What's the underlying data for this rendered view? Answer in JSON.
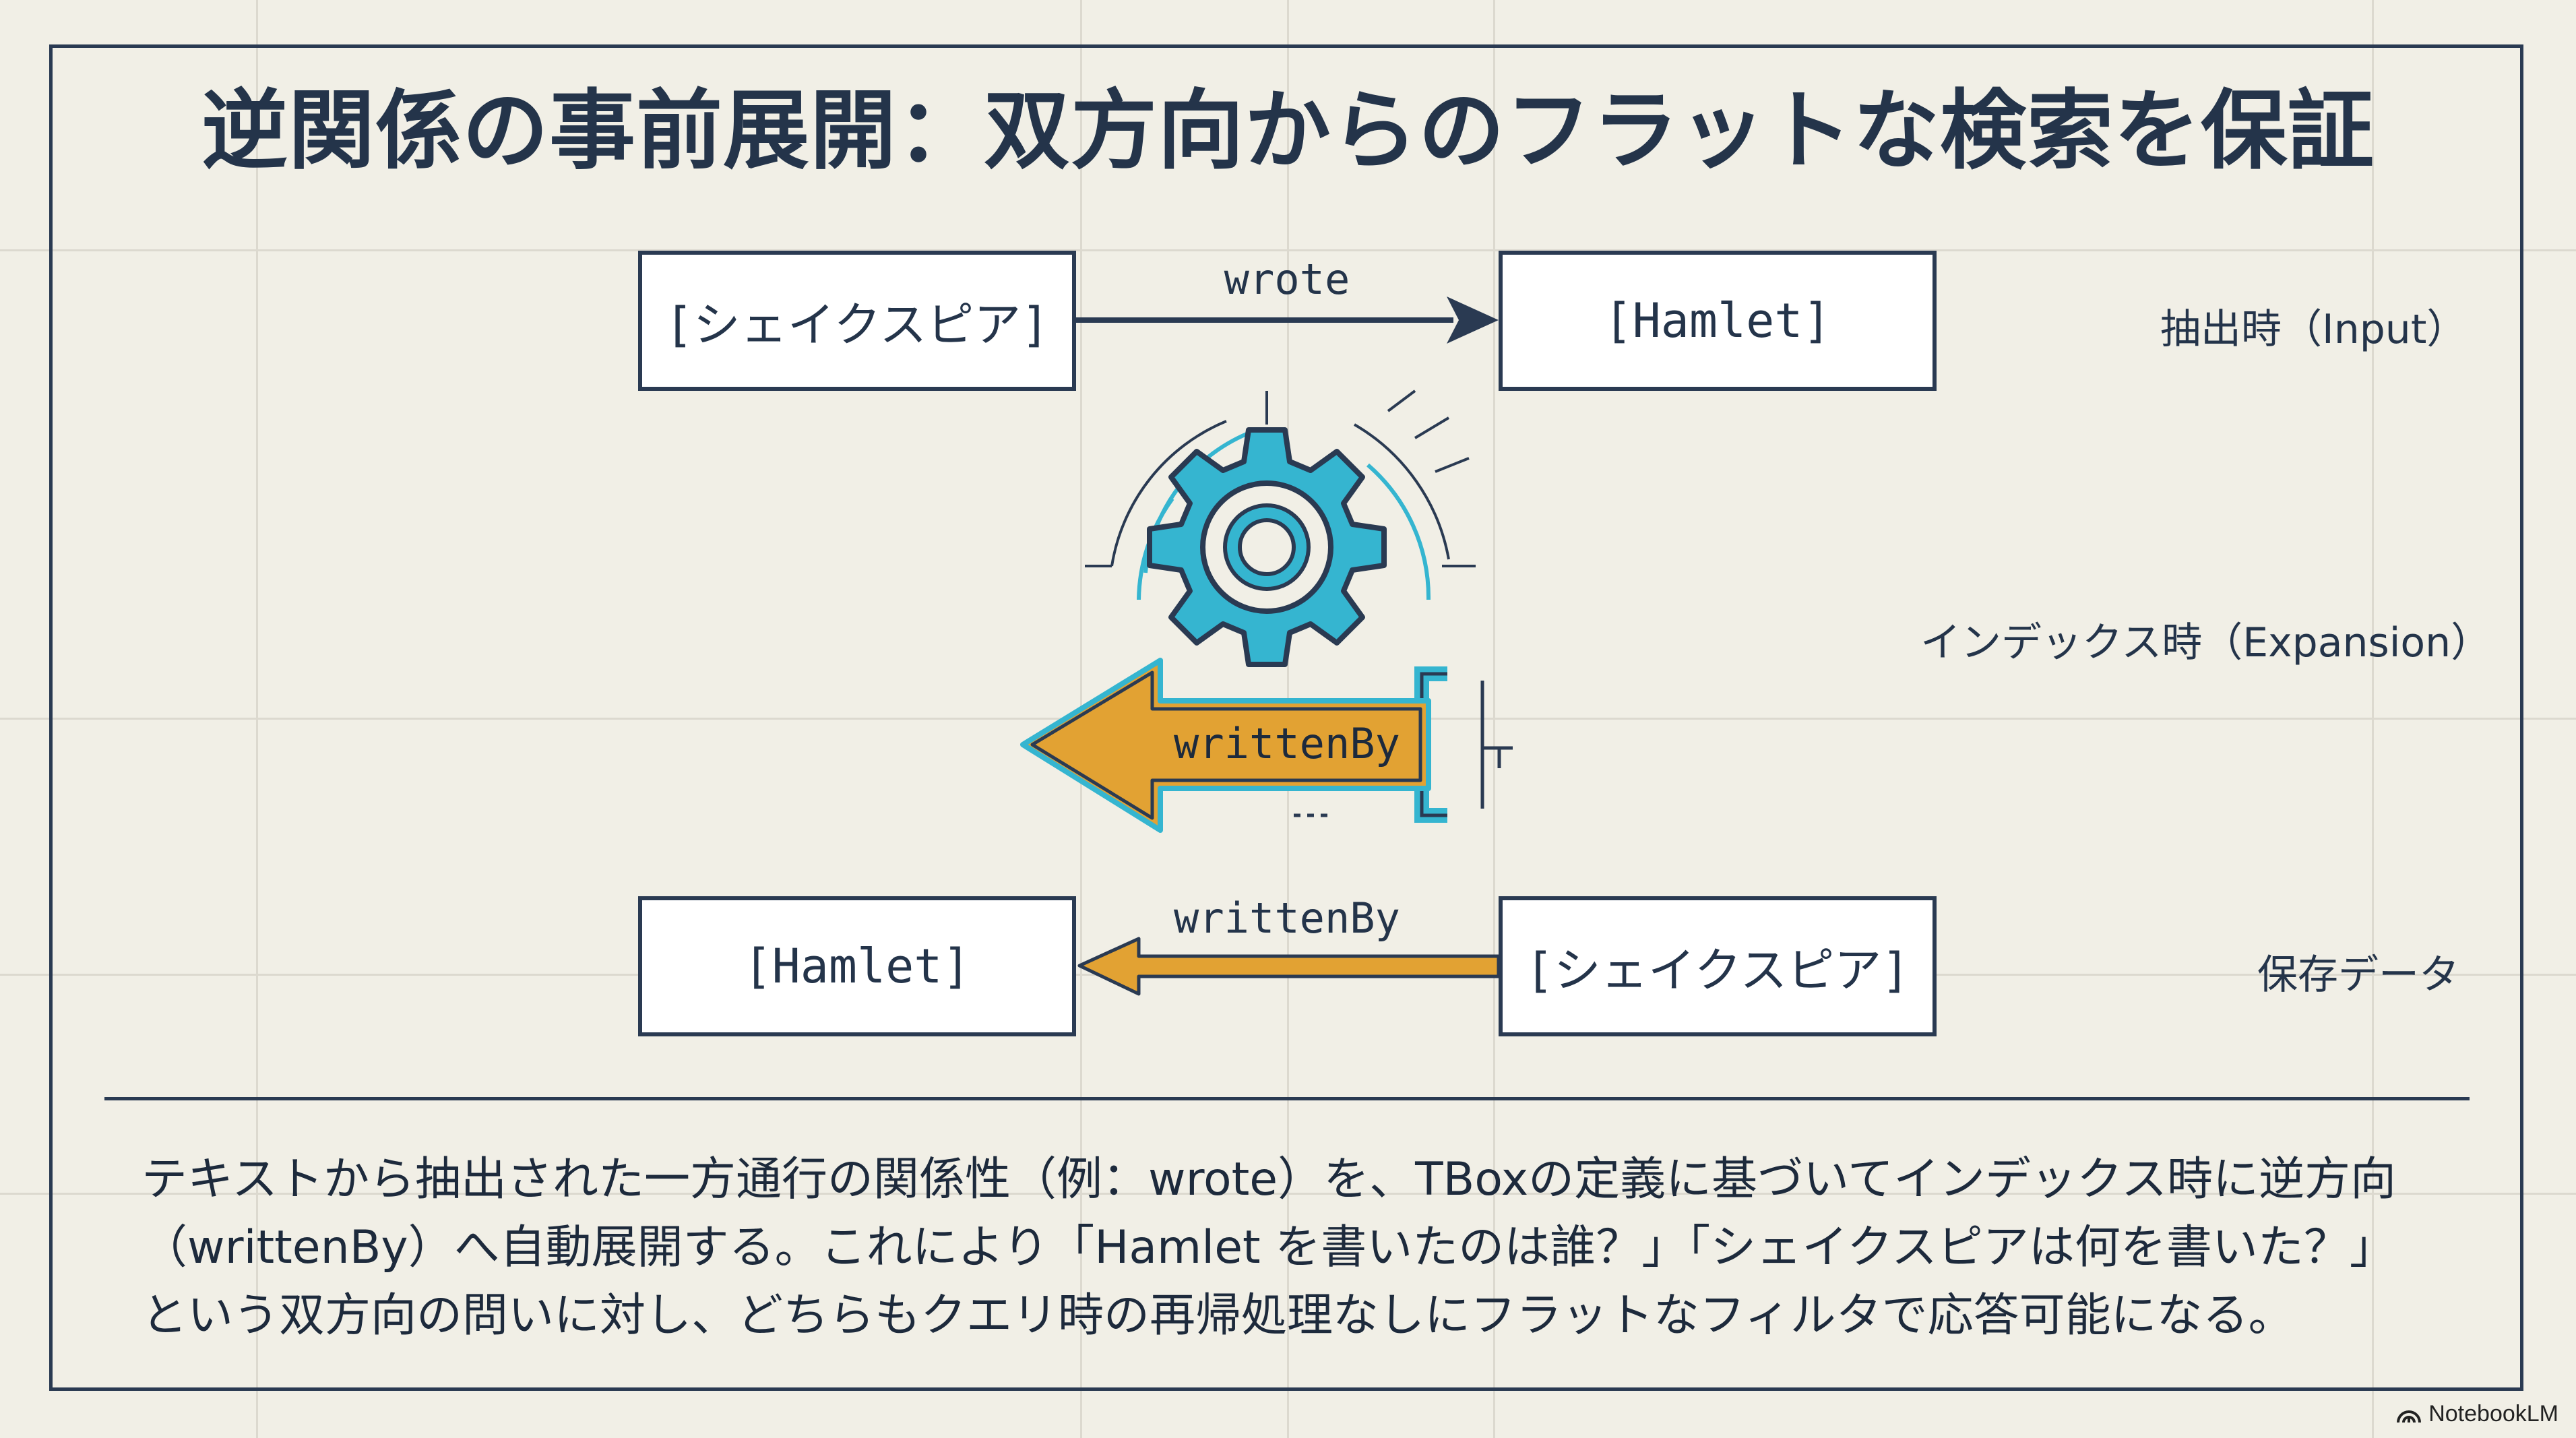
{
  "title": "逆関係の事前展開：双方向からのフラットな検索を保証",
  "input_row": {
    "subject": "[シェイクスピア]",
    "predicate": "wrote",
    "object": "[Hamlet]",
    "stage_label": "抽出時（Input）"
  },
  "expansion": {
    "arrow_label": "writtenBy",
    "stage_label": "インデックス時（Expansion）"
  },
  "stored_row": {
    "subject": "[Hamlet]",
    "predicate": "writtenBy",
    "object": "[シェイクスピア]",
    "stage_label": "保存データ"
  },
  "description": {
    "line1": "テキストから抽出された一方通行の関係性（例：wrote）を、TBoxの定義に基づいてインデックス時に逆方向",
    "line2": "（writtenBy）へ自動展開する。これにより「Hamlet を書いたのは誰？」「シェイクスピアは何を書いた？」",
    "line3": "という双方向の問いに対し、どちらもクエリ時の再帰処理なしにフラットなフィルタで応答可能になる。"
  },
  "brand": "NotebookLM",
  "colors": {
    "navy": "#2a3a52",
    "orange": "#e2a233",
    "cyan": "#35b5d0",
    "background": "#f1efe6"
  },
  "icons": [
    "gear-icon",
    "bracket-icon",
    "notebooklm-logo-icon"
  ]
}
